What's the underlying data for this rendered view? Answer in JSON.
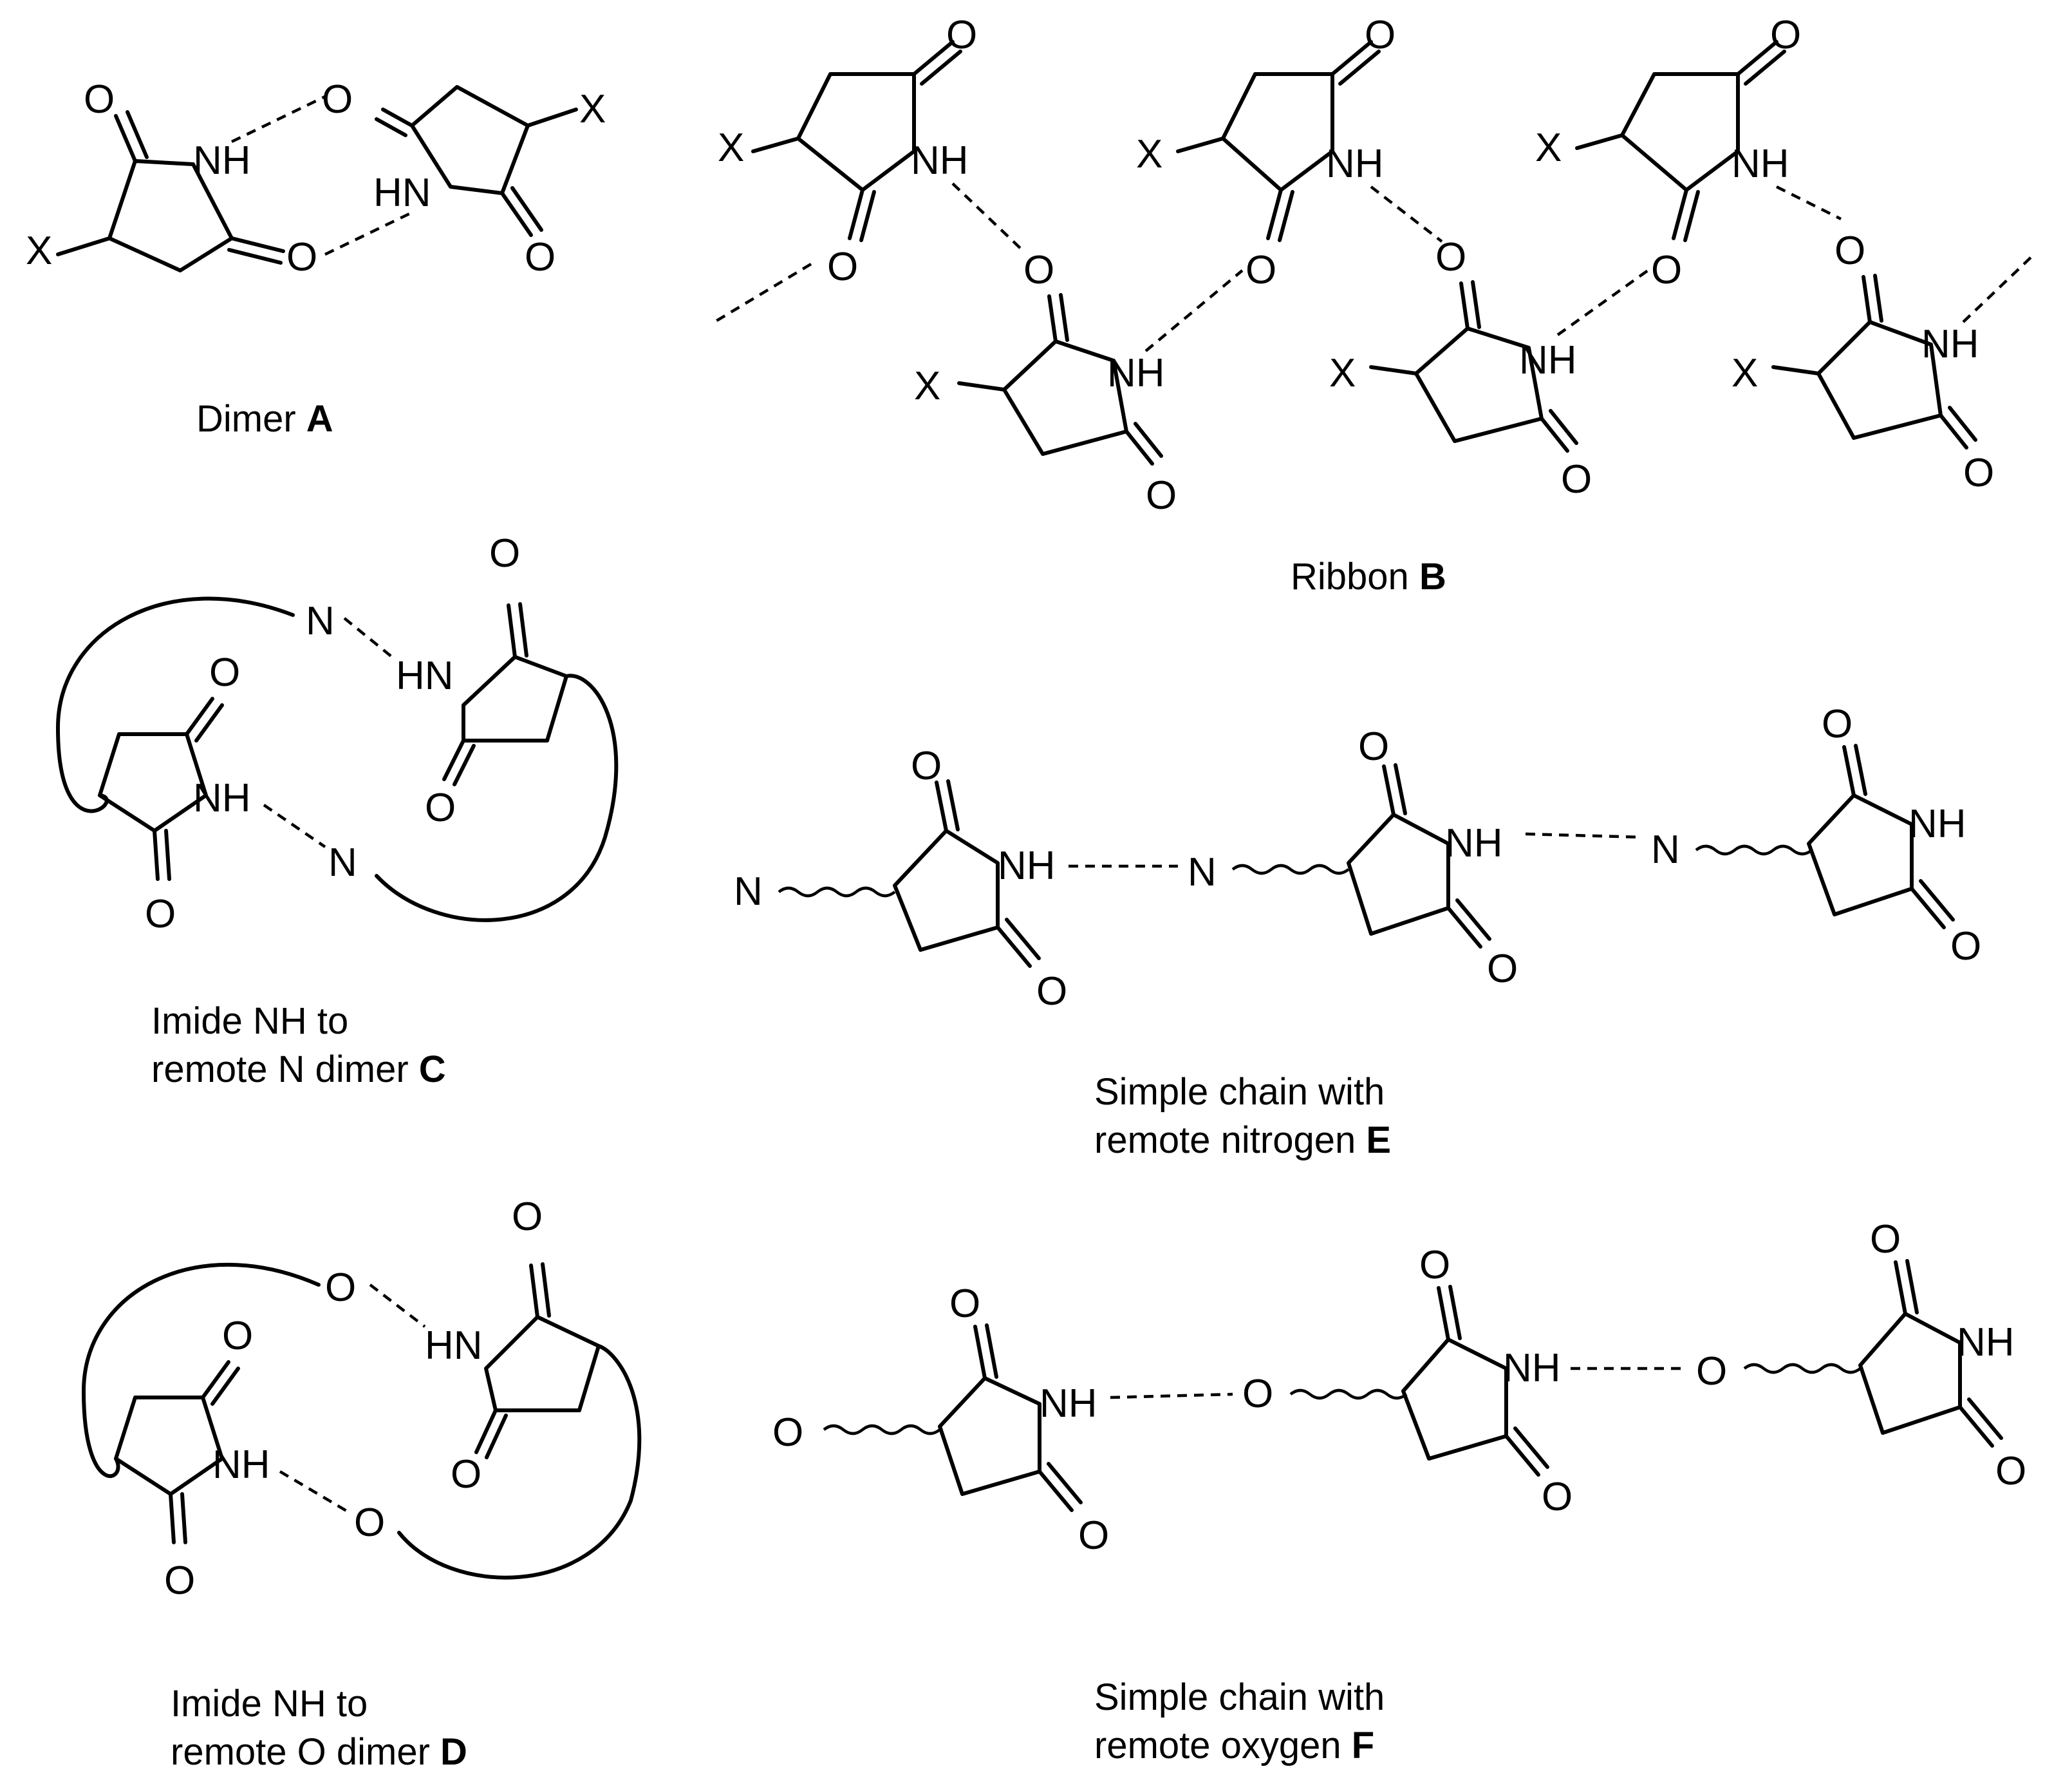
{
  "atoms": {
    "O": "O",
    "NH": "NH",
    "HN": "HN",
    "N": "N",
    "X": "X"
  },
  "captions": {
    "A": {
      "text": "Dimer",
      "letter": "A"
    },
    "B": {
      "text": "Ribbon",
      "letter": "B"
    },
    "C": {
      "line1": "Imide NH to",
      "line2": "remote N dimer",
      "letter": "C"
    },
    "D": {
      "line1": "Imide NH to",
      "line2": "remote O dimer",
      "letter": "D"
    },
    "E": {
      "line1": "Simple chain with",
      "line2": "remote nitrogen",
      "letter": "E"
    },
    "F": {
      "line1": "Simple chain with",
      "line2": "remote oxygen",
      "letter": "F"
    }
  }
}
